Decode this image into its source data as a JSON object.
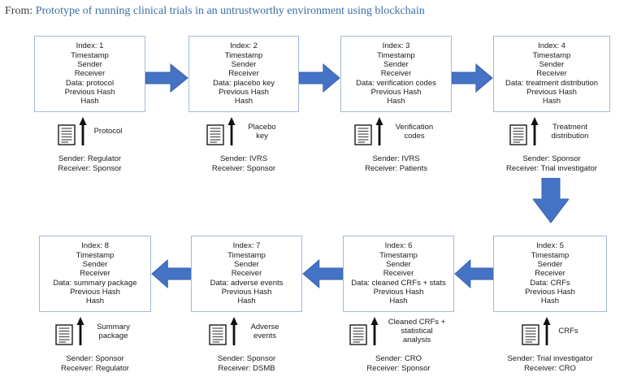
{
  "header": {
    "prefix": "From:",
    "title": "Prototype of running clinical trials in an untrustworthy environment using blockchain"
  },
  "colors": {
    "arrow_fill": "#4472c4",
    "arrow_stroke": "#3a62ad",
    "block_border": "#a3b9da",
    "link_blue": "#3a6ea5"
  },
  "labels": {
    "timestamp": "Timestamp",
    "sender": "Sender",
    "receiver": "Receiver",
    "previous_hash": "Previous Hash",
    "hash": "Hash"
  },
  "blocks": [
    {
      "index": "Index: 1",
      "data": "Data: protocol"
    },
    {
      "index": "Index: 2",
      "data": "Data: placebo key"
    },
    {
      "index": "Index: 3",
      "data": "Data: verification codes"
    },
    {
      "index": "Index: 4",
      "data": "Data: treatment distribution"
    },
    {
      "index": "Index: 5",
      "data": "Data: CRFs"
    },
    {
      "index": "Index: 6",
      "data": "Data: cleaned CRFs + stats"
    },
    {
      "index": "Index: 7",
      "data": "Data: adverse events"
    },
    {
      "index": "Index: 8",
      "data": "Data: summary package"
    }
  ],
  "transfers": [
    {
      "label": "Protocol",
      "sender": "Sender: Regulator",
      "receiver": "Receiver: Sponsor"
    },
    {
      "label": "Placebo key",
      "sender": "Sender: IVRS",
      "receiver": "Receiver: Sponsor"
    },
    {
      "label": "Verification codes",
      "sender": "Sender: IVRS",
      "receiver": "Receiver: Patients"
    },
    {
      "label": "Treatment distribution",
      "sender": "Sender: Sponsor",
      "receiver": "Receiver: Trial investigator"
    },
    {
      "label": "CRFs",
      "sender": "Sender: Trial investigator",
      "receiver": "Receiver: CRO"
    },
    {
      "label": "Cleaned CRFs + statistical analysis",
      "sender": "Sender: CRO",
      "receiver": "Receiver: Sponsor"
    },
    {
      "label": "Adverse events",
      "sender": "Sender: Sponsor",
      "receiver": "Receiver: DSMB"
    },
    {
      "label": "Summary package",
      "sender": "Sender: Sponsor",
      "receiver": "Receiver: Regulator"
    }
  ]
}
